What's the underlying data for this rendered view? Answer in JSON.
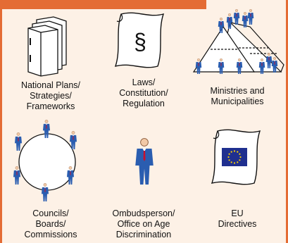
{
  "items": [
    {
      "label": "National Plans/\nStrategies/\nFrameworks",
      "icon": "stacked-binders-icon"
    },
    {
      "label": "Laws/\nConstitution/\nRegulation",
      "icon": "legal-document-icon",
      "symbol": "§"
    },
    {
      "label": "Ministries and\nMunicipalities",
      "icon": "hierarchy-pyramids-icon"
    },
    {
      "label": "Councils/\nBoards/\nCommissions",
      "icon": "round-table-people-icon"
    },
    {
      "label": "Ombudsperson/\nOffice on Age\nDiscrimination",
      "icon": "single-person-icon"
    },
    {
      "label": "EU\nDirectives",
      "icon": "eu-flag-document-icon"
    }
  ],
  "colors": {
    "accent": "#e46c34",
    "background": "#fdf1e6",
    "suit": "#2a5db0",
    "tie": "#c8102e",
    "eu_blue": "#1f2f8f",
    "eu_star": "#ffd200"
  }
}
